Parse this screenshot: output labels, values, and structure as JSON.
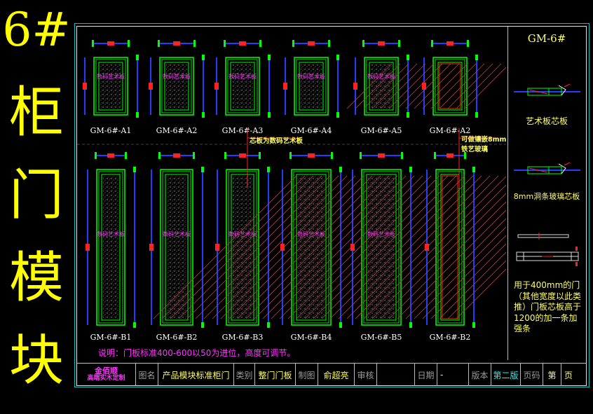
{
  "vertical_title": [
    "6#",
    "柜",
    "门",
    "模",
    "块"
  ],
  "side_panel": {
    "title": "GM-6#",
    "section1_caption": "艺术板芯板",
    "section2_caption": "8mm洞条玻璃芯板",
    "note": "用于400mm的门（其他宽度以此类推）门板芯板高于1200的加一条加强条"
  },
  "top_row": [
    {
      "label": "GM-6#-A1",
      "type": "art"
    },
    {
      "label": "GM-6#-A2",
      "type": "art"
    },
    {
      "label": "GM-6#-A3",
      "type": "art"
    },
    {
      "label": "GM-6#-A4",
      "type": "art"
    },
    {
      "label": "GM-6#-A5",
      "type": "art"
    },
    {
      "label": "GM-6#-A2",
      "type": "glass"
    }
  ],
  "bottom_row": [
    {
      "label": "GM-6#-B1",
      "type": "art"
    },
    {
      "label": "GM-6#-B2",
      "type": "art"
    },
    {
      "label": "GM-6#-B3",
      "type": "art"
    },
    {
      "label": "GM-6#-B4",
      "type": "art"
    },
    {
      "label": "GM-6#-B5",
      "type": "art"
    },
    {
      "label": "GM-6#-B2",
      "type": "glass"
    }
  ],
  "panel_text": "数码艺术板",
  "callouts": {
    "art_core": "芯板为数码艺术板",
    "glass_core_line1": "可做镶嵌8mm",
    "glass_core_line2": "铁艺玻璃"
  },
  "note": "说明：门板标准400-600以50为进位，高度可调节。",
  "title_block": {
    "logo_line1": "金佰顺",
    "logo_line2": "高端实木定制",
    "name_label": "图名",
    "name_value": "产品模块标准柜门",
    "category_label": "类别",
    "category_value": "整门门板",
    "drawn_label": "制图",
    "drawn_value": "俞超亮",
    "review_label": "审核",
    "review_value": "",
    "date_label": "日期",
    "date_value": "-",
    "version_label": "版本",
    "version_value": "第二版",
    "page_label": "页码",
    "page_value_1": "第",
    "page_value_2": "页"
  },
  "colors": {
    "background": "#000000",
    "title_yellow": "#ffff00",
    "frame_green": "#00ff00",
    "dim_blue": "#1f3fff",
    "dim_red": "#ff0000",
    "magenta": "#ff33ff",
    "cyan": "#00ffff"
  }
}
